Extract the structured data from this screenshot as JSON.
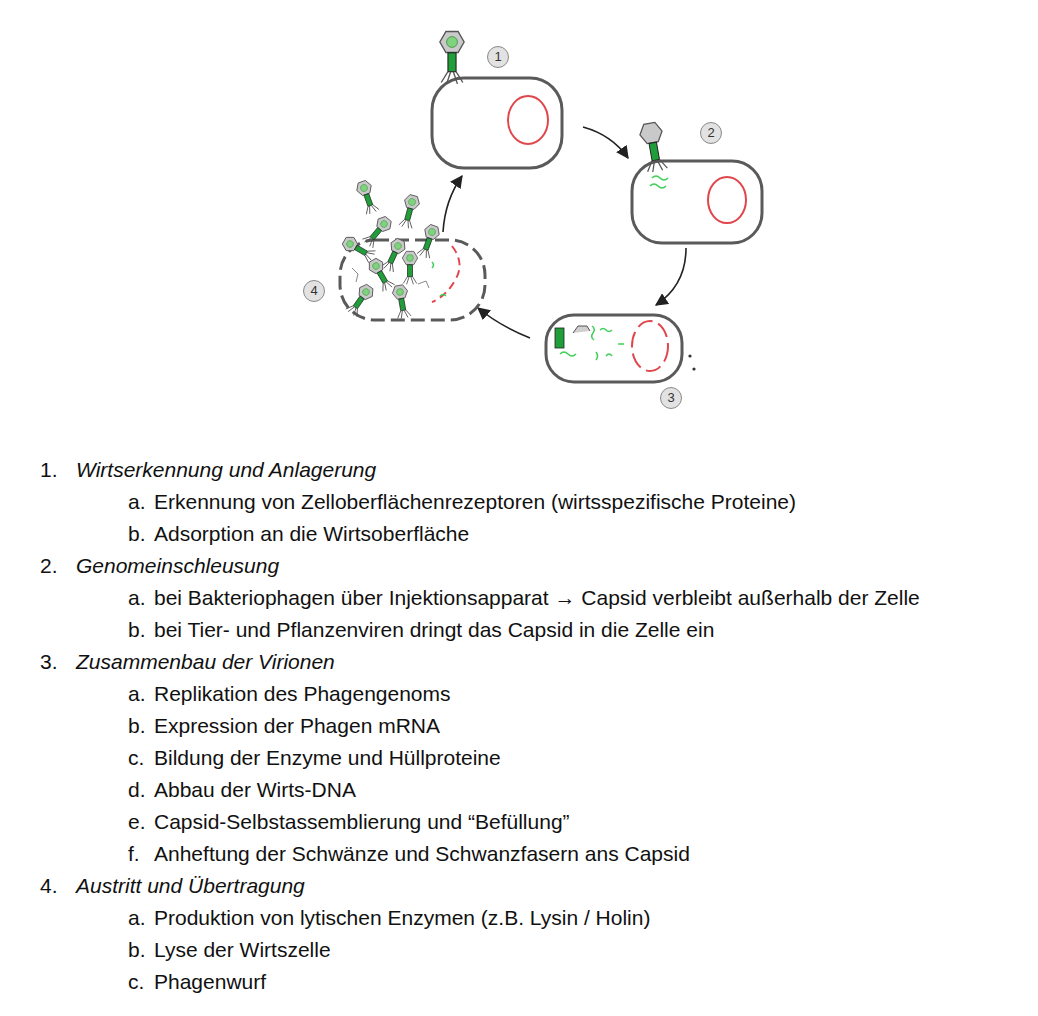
{
  "diagram": {
    "labels": [
      "1",
      "2",
      "3",
      "4",
      "1.",
      "Wirtserkennung und Anlagerung",
      "a.",
      "Erkennung von Zelloberflächenrezeptoren (wirtsspezifische Proteine)",
      "b.",
      "Adsorption an die Wirtsoberfläche",
      "2.",
      "Genomeinschleusung",
      "a.",
      "bei Bakteriophagen über Injektionsapparat → Capsid verbleibt außerhalb der Zelle",
      "b.",
      "bei Tier- und Pflanzenviren dringt das Capsid in die Zelle ein",
      "3.",
      "Zusammenbau der Virionen",
      "a.",
      "Replikation des Phagengenoms",
      "b.",
      "Expression der Phagen mRNA",
      "c.",
      "Bildung der Enzyme und Hüllproteine",
      "d.",
      "Abbau der Wirts-DNA",
      "e.",
      "Capsid-Selbstassemblierung und “Befüllung”",
      "f.",
      "Anheftung der Schwänze und Schwanzfasern ans Capsid",
      "4.",
      "Austritt und Übertragung",
      "a.",
      "Produktion von lytischen Enzymen (z.B. Lysin / Holin)",
      "b.",
      "Lyse der Wirtszelle",
      "c.",
      "Phagenwurf"
    ]
  }
}
